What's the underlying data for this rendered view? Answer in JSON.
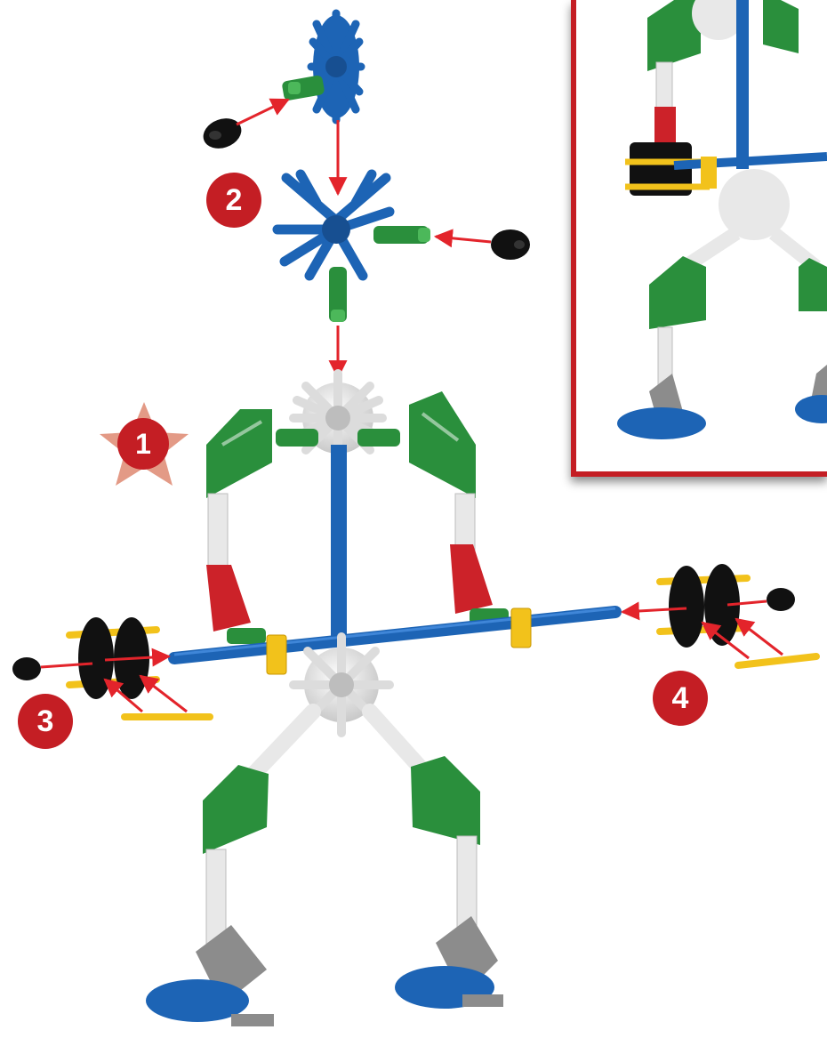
{
  "steps": {
    "step1": "1",
    "step2": "2",
    "step3": "3",
    "step4": "4"
  },
  "colors": {
    "badge": "#c41e24",
    "arrow": "#e3242b",
    "green": "#2a8f3c",
    "blue": "#1d64b5",
    "white": "#e8e8e8",
    "red": "#cc2229",
    "yellow": "#f2c21b",
    "black": "#111111",
    "gray": "#8c8c8c"
  }
}
